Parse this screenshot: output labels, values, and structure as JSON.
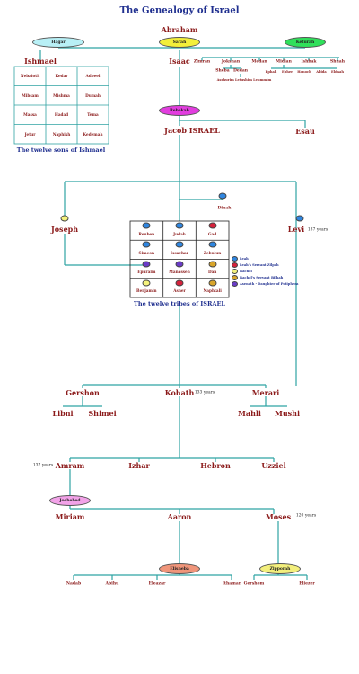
{
  "title": "The Genealogy of Israel",
  "colors": {
    "line": "#2fa3a3",
    "name": "#8b1a1a",
    "caption": "#1f2f8f",
    "cyan": "#b8f0f6",
    "yellow": "#f3ef3a",
    "green": "#2fe05a",
    "magenta": "#e23ddf",
    "pink": "#f2a2e8",
    "salmon": "#f0957a",
    "lightyellow": "#f4f27c",
    "blue": "#2f86e0",
    "red": "#d6213b",
    "gold": "#d9a52a",
    "purple": "#6a3cc7"
  },
  "people": {
    "abraham": "Abraham",
    "hagar": "Hagar",
    "sarah": "Sarah",
    "keturah": "Keturah",
    "ishmael": "Ishmael",
    "isaac": "Isaac",
    "rebekah": "Rebekah",
    "jacob": "Jacob ISRAEL",
    "esau": "Esau",
    "dinah": "Dinah",
    "joseph": "Joseph",
    "levi": "Levi",
    "levi_years": "137 years",
    "gershon": "Gershon",
    "kohath": "Kohath",
    "kohath_years": "133 years",
    "merari": "Merari",
    "libni": "Libni",
    "shimei": "Shimei",
    "mahli": "Mahli",
    "mushi": "Mushi",
    "amram": "Amram",
    "amram_years": "137 years",
    "izhar": "Izhar",
    "hebron": "Hebron",
    "uzziel": "Uzziel",
    "jochebed": "Jochebed",
    "miriam": "Miriam",
    "aaron": "Aaron",
    "moses": "Moses",
    "moses_years": "120 years",
    "elisheba": "Elisheba",
    "zipporah": "Zipporah",
    "nadab": "Nadab",
    "abihu": "Abihu",
    "eleazar": "Eleazar",
    "ithamar": "Ithamar",
    "gershom": "Gershom",
    "eliezer": "Eliezer"
  },
  "keturah_sons": [
    "Zimran",
    "Jokshan",
    "Medan",
    "Midian",
    "Ishbak",
    "Shuah"
  ],
  "jokshan_sons": [
    "Sheba",
    "Dedan"
  ],
  "dedan_sons": "Asshurim  Letushim  Leummim",
  "midian_sons": [
    "Ephah",
    "Epher",
    "Hanoch",
    "Abida",
    "Eldaah"
  ],
  "ishmael_sons": [
    [
      "Nebaioth",
      "Kedar",
      "Adbeel"
    ],
    [
      "Mibsam",
      "Mishma",
      "Dumah"
    ],
    [
      "Massa",
      "Hadad",
      "Tema"
    ],
    [
      "Jetur",
      "Naphish",
      "Kedemah"
    ]
  ],
  "ishmael_caption": "The twelve sons of Ishmael",
  "tribes": [
    [
      "Reuben",
      "Judah",
      "Gad"
    ],
    [
      "Simeon",
      "Issachar",
      "Zebulun"
    ],
    [
      "Ephraim",
      "Manasseh",
      "Dan"
    ],
    [
      "Benjamin",
      "Asher",
      "Naphtali"
    ]
  ],
  "tribe_colors": [
    [
      "blue",
      "blue",
      "red"
    ],
    [
      "blue",
      "blue",
      "blue"
    ],
    [
      "purple",
      "purple",
      "gold"
    ],
    [
      "lightyellow",
      "red",
      "gold"
    ]
  ],
  "tribes_caption": "The twelve tribes of ISRAEL",
  "legend": [
    {
      "color": "blue",
      "label": "Leah"
    },
    {
      "color": "red",
      "label": "Leah's Servant Zilpah"
    },
    {
      "color": "lightyellow",
      "label": "Rachel"
    },
    {
      "color": "gold",
      "label": "Rachel's Servant Bilhah"
    },
    {
      "color": "purple",
      "label": "Asenath - Daughter of Potiphera"
    }
  ]
}
